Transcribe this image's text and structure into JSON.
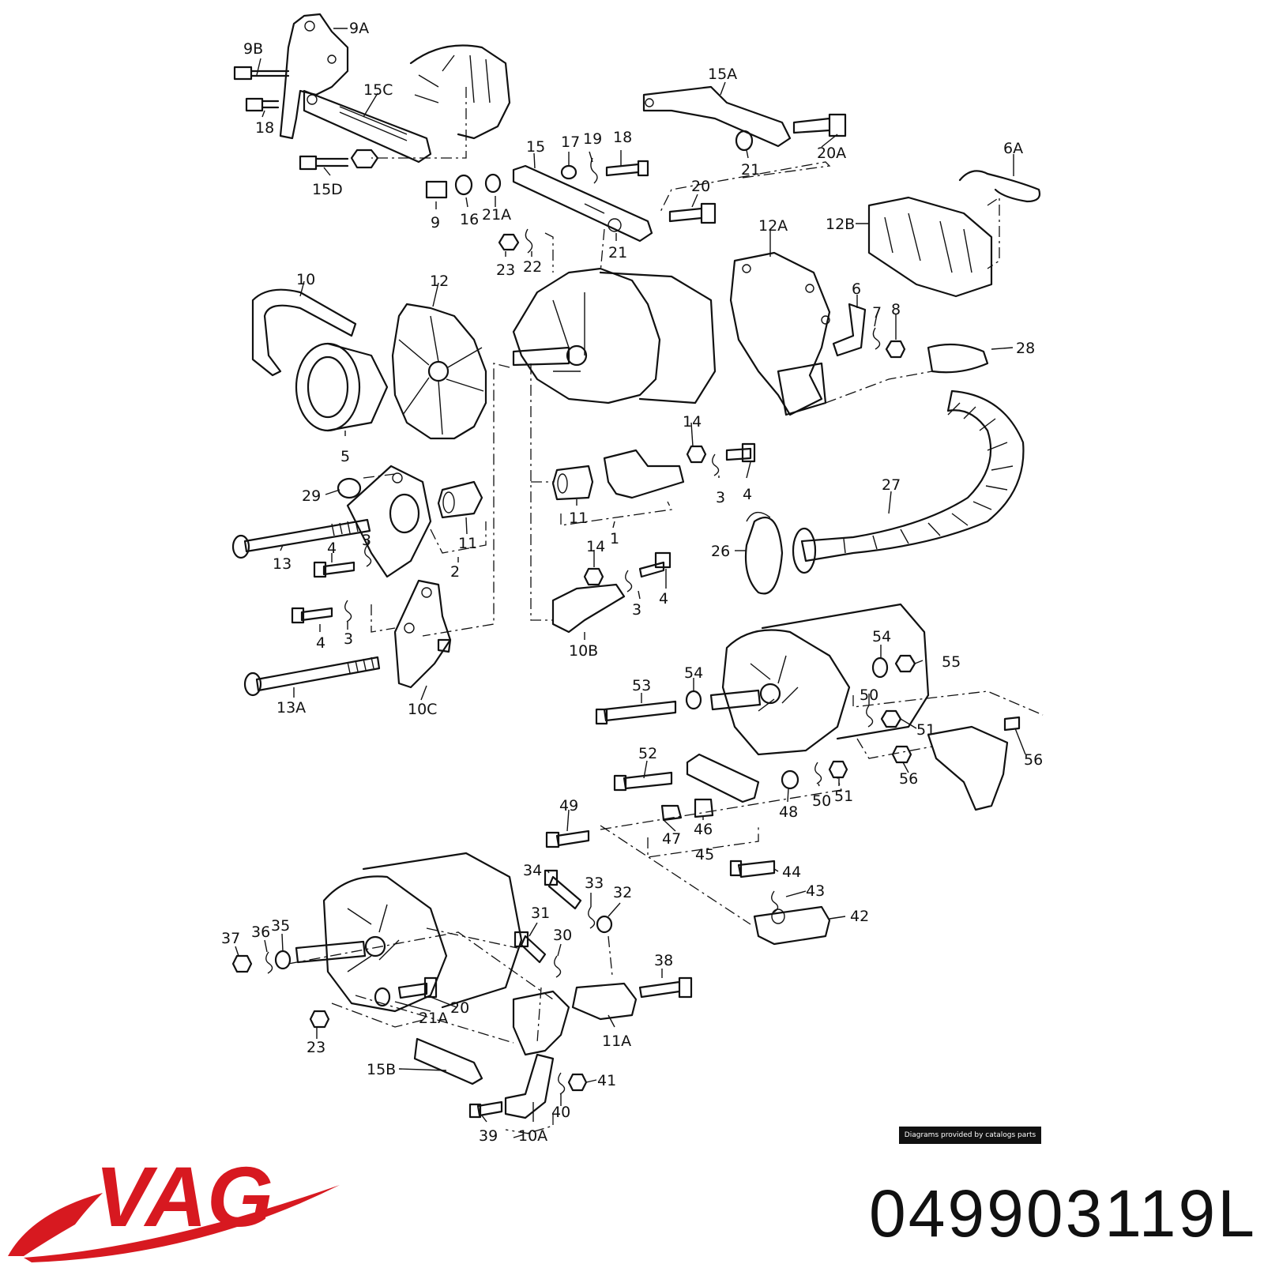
{
  "branding": {
    "logo_text": "VAG",
    "logo_color": "#d71920",
    "part_number": "049903119L",
    "credit": "Diagrams provided by catalogs parts"
  },
  "callouts": [
    {
      "id": "9A",
      "text": "9A"
    },
    {
      "id": "9B",
      "text": "9B"
    },
    {
      "id": "15C",
      "text": "15C"
    },
    {
      "id": "18a",
      "text": "18"
    },
    {
      "id": "15D",
      "text": "15D"
    },
    {
      "id": "15A",
      "text": "15A"
    },
    {
      "id": "20A",
      "text": "20A"
    },
    {
      "id": "21a",
      "text": "21"
    },
    {
      "id": "15",
      "text": "15"
    },
    {
      "id": "17",
      "text": "17"
    },
    {
      "id": "19",
      "text": "19"
    },
    {
      "id": "18b",
      "text": "18"
    },
    {
      "id": "9",
      "text": "9"
    },
    {
      "id": "16",
      "text": "16"
    },
    {
      "id": "21A",
      "text": "21A"
    },
    {
      "id": "20a",
      "text": "20"
    },
    {
      "id": "21b",
      "text": "21"
    },
    {
      "id": "23a",
      "text": "23"
    },
    {
      "id": "22",
      "text": "22"
    },
    {
      "id": "6A",
      "text": "6A"
    },
    {
      "id": "12B",
      "text": "12B"
    },
    {
      "id": "12A",
      "text": "12A"
    },
    {
      "id": "10",
      "text": "10"
    },
    {
      "id": "12",
      "text": "12"
    },
    {
      "id": "6",
      "text": "6"
    },
    {
      "id": "7",
      "text": "7"
    },
    {
      "id": "8",
      "text": "8"
    },
    {
      "id": "28",
      "text": "28"
    },
    {
      "id": "5",
      "text": "5"
    },
    {
      "id": "14a",
      "text": "14"
    },
    {
      "id": "3a",
      "text": "3"
    },
    {
      "id": "4a",
      "text": "4"
    },
    {
      "id": "27",
      "text": "27"
    },
    {
      "id": "29",
      "text": "29"
    },
    {
      "id": "11a",
      "text": "11"
    },
    {
      "id": "11b",
      "text": "11"
    },
    {
      "id": "1",
      "text": "1"
    },
    {
      "id": "26",
      "text": "26"
    },
    {
      "id": "13",
      "text": "13"
    },
    {
      "id": "4b",
      "text": "4"
    },
    {
      "id": "3b",
      "text": "3"
    },
    {
      "id": "2",
      "text": "2"
    },
    {
      "id": "14b",
      "text": "14"
    },
    {
      "id": "3c",
      "text": "3"
    },
    {
      "id": "4c",
      "text": "4"
    },
    {
      "id": "4d",
      "text": "4"
    },
    {
      "id": "3d",
      "text": "3"
    },
    {
      "id": "10B",
      "text": "10B"
    },
    {
      "id": "54a",
      "text": "54"
    },
    {
      "id": "55",
      "text": "55"
    },
    {
      "id": "53",
      "text": "53"
    },
    {
      "id": "54b",
      "text": "54"
    },
    {
      "id": "13A",
      "text": "13A"
    },
    {
      "id": "10C",
      "text": "10C"
    },
    {
      "id": "50a",
      "text": "50"
    },
    {
      "id": "51a",
      "text": "51"
    },
    {
      "id": "56a",
      "text": "56"
    },
    {
      "id": "56b",
      "text": "56"
    },
    {
      "id": "52",
      "text": "52"
    },
    {
      "id": "48",
      "text": "48"
    },
    {
      "id": "50b",
      "text": "50"
    },
    {
      "id": "51b",
      "text": "51"
    },
    {
      "id": "49",
      "text": "49"
    },
    {
      "id": "47",
      "text": "47"
    },
    {
      "id": "46",
      "text": "46"
    },
    {
      "id": "45",
      "text": "45"
    },
    {
      "id": "34",
      "text": "34"
    },
    {
      "id": "44",
      "text": "44"
    },
    {
      "id": "33",
      "text": "33"
    },
    {
      "id": "32",
      "text": "32"
    },
    {
      "id": "43",
      "text": "43"
    },
    {
      "id": "42",
      "text": "42"
    },
    {
      "id": "31",
      "text": "31"
    },
    {
      "id": "37",
      "text": "37"
    },
    {
      "id": "36",
      "text": "36"
    },
    {
      "id": "35",
      "text": "35"
    },
    {
      "id": "30",
      "text": "30"
    },
    {
      "id": "38",
      "text": "38"
    },
    {
      "id": "21A2",
      "text": "21A"
    },
    {
      "id": "20b",
      "text": "20"
    },
    {
      "id": "23b",
      "text": "23"
    },
    {
      "id": "11A",
      "text": "11A"
    },
    {
      "id": "15B",
      "text": "15B"
    },
    {
      "id": "41",
      "text": "41"
    },
    {
      "id": "40",
      "text": "40"
    },
    {
      "id": "39",
      "text": "39"
    },
    {
      "id": "10A",
      "text": "10A"
    }
  ]
}
